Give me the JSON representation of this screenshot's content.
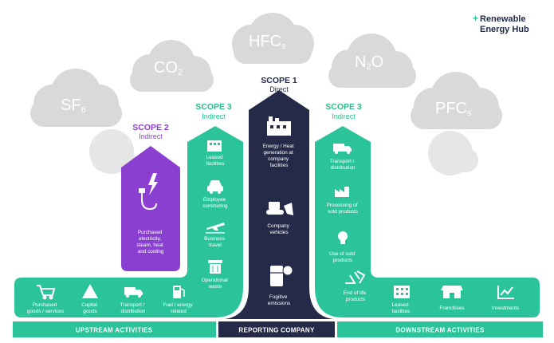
{
  "brand": {
    "line1": "Renewable",
    "line2": "Energy Hub",
    "plus": "+"
  },
  "colors": {
    "green": "#2bc49a",
    "navy": "#252a48",
    "purple": "#8a3fd1",
    "cloud": "#d9d9d9",
    "scope3_text": "#25c08f",
    "scope2_text": "#8a3fd1",
    "scope1_text": "#252a48"
  },
  "gases": [
    {
      "base": "HFC",
      "sub": "s"
    },
    {
      "base": "CO",
      "sub": "2"
    },
    {
      "base": "N",
      "sub": "2",
      "after": "O"
    },
    {
      "base": "SF",
      "sub": "6"
    },
    {
      "base": "PFC",
      "sub": "s"
    }
  ],
  "scopes": {
    "scope1": {
      "title": "SCOPE 1",
      "subtitle": "Direct"
    },
    "scope2": {
      "title": "SCOPE 2",
      "subtitle": "Indirect"
    },
    "scope3_left": {
      "title": "SCOPE 3",
      "subtitle": "Indirect"
    },
    "scope3_right": {
      "title": "SCOPE 3",
      "subtitle": "Indirect"
    }
  },
  "scope1_items": [
    {
      "icon": "factory-icon",
      "lines": [
        "Energy / Heat",
        "generation at",
        "company",
        "facilities"
      ]
    },
    {
      "icon": "bulldozer-icon",
      "lines": [
        "Company",
        "vehicles"
      ]
    },
    {
      "icon": "refrigerator-icon",
      "lines": [
        "Fugitive",
        "emissions"
      ]
    }
  ],
  "scope2_items": [
    {
      "icon": "electricity-plug-icon",
      "lines": [
        "Purchased",
        "electricity,",
        "steam, heat",
        "and cooling"
      ]
    }
  ],
  "scope3_left_items": [
    {
      "icon": "leased-building-icon",
      "lines": [
        "Leased",
        "facilities"
      ]
    },
    {
      "icon": "car-icon",
      "lines": [
        "Employee",
        "commuting"
      ]
    },
    {
      "icon": "airplane-icon",
      "lines": [
        "Business",
        "travel"
      ]
    },
    {
      "icon": "waste-bin-icon",
      "lines": [
        "Operational",
        "waste"
      ]
    }
  ],
  "scope3_right_items": [
    {
      "icon": "truck-icon",
      "lines": [
        "Transport /",
        "distribution"
      ]
    },
    {
      "icon": "processing-factory-icon",
      "lines": [
        "Processing of",
        "sold products"
      ]
    },
    {
      "icon": "lightbulb-icon",
      "lines": [
        "Use of sold",
        "products"
      ]
    },
    {
      "icon": "recycle-icon",
      "lines": [
        "End of life",
        "products"
      ]
    }
  ],
  "upstream_items": [
    {
      "icon": "shopping-cart-icon",
      "lines": [
        "Purchased",
        "goods / services"
      ]
    },
    {
      "icon": "capital-goods-icon",
      "lines": [
        "Capital",
        "goods"
      ]
    },
    {
      "icon": "truck-icon",
      "lines": [
        "Transport /",
        "distribution"
      ]
    },
    {
      "icon": "fuel-pump-icon",
      "lines": [
        "Fuel / energy",
        "related"
      ]
    }
  ],
  "downstream_items": [
    {
      "icon": "leased-building-icon",
      "lines": [
        "Leased",
        "facilities"
      ]
    },
    {
      "icon": "franchise-store-icon",
      "lines": [
        "Franchises"
      ]
    },
    {
      "icon": "investments-chart-icon",
      "lines": [
        "Investments"
      ]
    }
  ],
  "bottom_bar": {
    "upstream": "UPSTREAM ACTIVITIES",
    "reporting": "REPORTING COMPANY",
    "downstream": "DOWNSTREAM ACTIVITIES"
  }
}
